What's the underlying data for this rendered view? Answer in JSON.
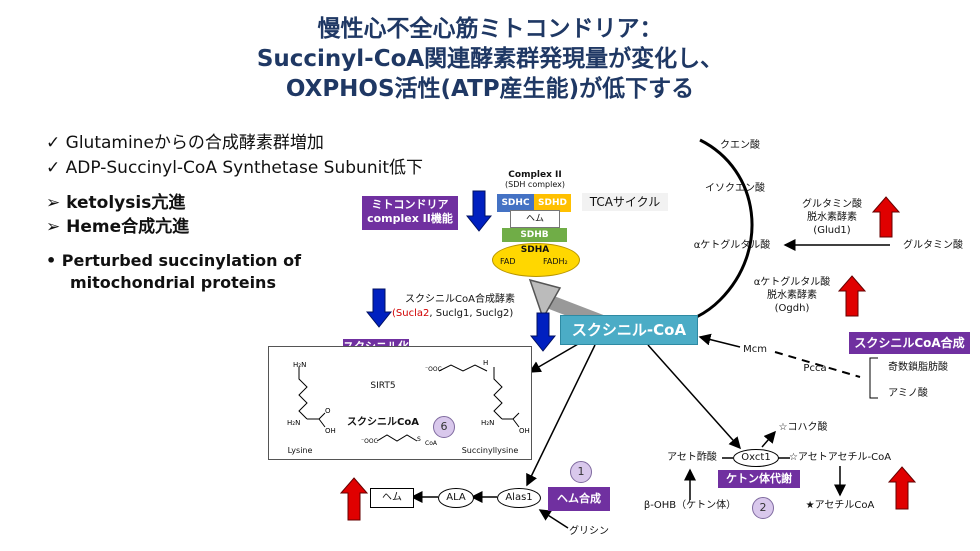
{
  "title": {
    "line1": "慢性心不全心筋ミトコンドリア：",
    "line2": "Succinyl-CoA関連酵素群発現量が変化し、",
    "line3": "OXPHOS活性(ATP産生能)が低下する"
  },
  "bullets": {
    "b1": "✓ Glutamineからの合成酵素群増加",
    "b2": "✓ ADP-Succinyl-CoA Synthetase Subunit低下",
    "b3": "➢ ketolysis亢進",
    "b4": "➢ Heme合成亢進",
    "b5_line1": "•  Perturbed succinylation of",
    "b5_line2": "mitochondrial proteins"
  },
  "complex2": {
    "title": "Complex II",
    "subtitle": "(SDH complex)",
    "sdhc": "SDHC",
    "sdhd": "SDHD",
    "heme": "ヘム",
    "sdhb": "SDHB",
    "sdha": "SDHA",
    "fad": "FAD",
    "fadh2": "FADH₂"
  },
  "labels": {
    "tca_cycle": "TCAサイクル",
    "mito_complex": "ミトコンドリア\ncomplex II機能",
    "citrate": "クエン酸",
    "isocitrate": "イソクエン酸",
    "akg": "αケトグルタル酸",
    "glud_enzyme": "グルタミン酸\n脱水素酵素\n(Glud1)",
    "glutamate": "グルタミン酸",
    "ogdh_enzyme": "αケトグルタル酸\n脱水素酵素\n(Ogdh)",
    "succinyl_coa_synthase": "スクシニルCoA合成酵素",
    "sucla2": "(Sucla2",
    "suclg": ", Suclg1, Suclg2)",
    "succinyl_coa": "スクシニル-CoA",
    "succinylation": "スクシニル化",
    "succinyl_coa_synthesis": "スクシニルCoA合成",
    "mcm": "Mcm",
    "pcca": "Pcca",
    "odd_fatty": "奇数鎖脂肪酸",
    "amino_acid": "アミノ酸",
    "sirt5": "SIRT5",
    "succinyl_coa_small": "スクシニルCoA",
    "lysine": "Lysine",
    "succinyllysine": "Succinyllysine",
    "succinate": "☆コハク酸",
    "acetoacetate": "アセト酢酸",
    "oxct1": "Oxct1",
    "acetoacetyl_coa": "☆アセトアセチル-CoA",
    "ketone_metabolism": "ケトン体代謝",
    "bohb": "β-OHB（ケトン体）",
    "acetyl_coa": "★アセチルCoA",
    "heme": "ヘム",
    "ala": "ALA",
    "alas1": "Alas1",
    "heme_synthesis": "ヘム合成",
    "glycine": "グリシン",
    "num1": "1",
    "num2": "2",
    "num6": "6"
  },
  "colors": {
    "title": "#1f3864",
    "purple": "#7030a0",
    "teal": "#4bacc6",
    "up_arrow": "#e00000",
    "down_arrow": "#0020c0",
    "sdhc": "#4472c4",
    "sdhd": "#ffc000",
    "sdhb": "#70ad47",
    "sdha": "#ffd700"
  }
}
